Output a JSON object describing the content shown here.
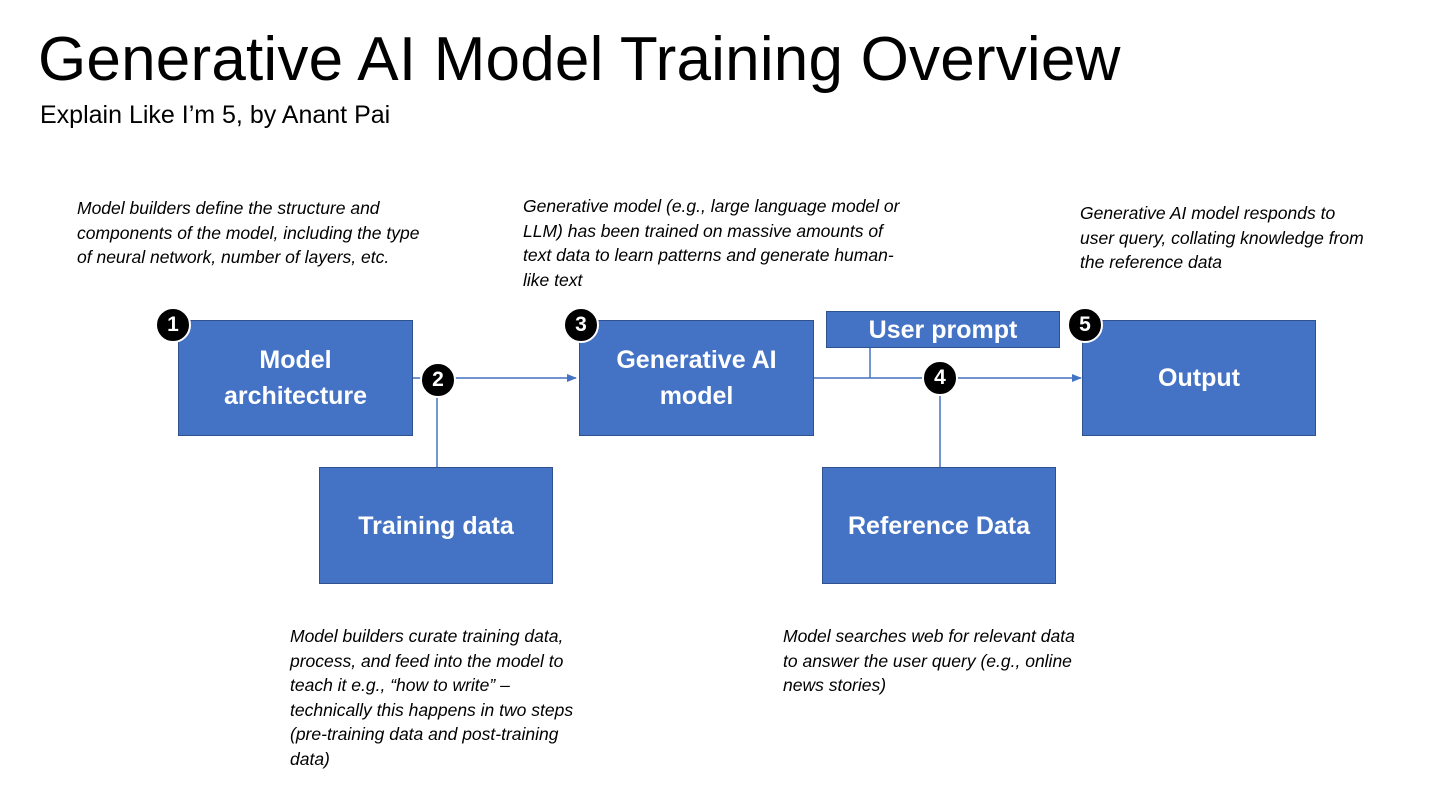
{
  "title": "Generative AI Model Training Overview",
  "subtitle": "Explain Like I’m 5, by Anant Pai",
  "notes": {
    "step1": "Model builders define the structure and components of the model, including the type of neural network, number of layers, etc.",
    "step2": "Model builders curate training data, process, and feed into the model to teach it e.g., “how to write” – technically this happens in two steps (pre-training data and post-training data)",
    "step3": "Generative model (e.g., large language model or LLM) has been trained on massive amounts of text data to learn patterns and generate human-like text",
    "step4": "Model searches web for relevant data to answer the user query (e.g., online news stories)",
    "step5": "Generative AI model responds to user query, collating knowledge from the reference data"
  },
  "boxes": {
    "model_architecture": "Model architecture",
    "training_data": "Training data",
    "generative_ai_model": "Generative AI model",
    "user_prompt": "User prompt",
    "reference_data": "Reference Data",
    "output": "Output"
  },
  "badges": [
    "1",
    "2",
    "3",
    "4",
    "5"
  ],
  "colors": {
    "box_fill": "#4472c4",
    "box_border": "#2f528f",
    "connector": "#4472c4",
    "badge_fill": "#000000"
  }
}
